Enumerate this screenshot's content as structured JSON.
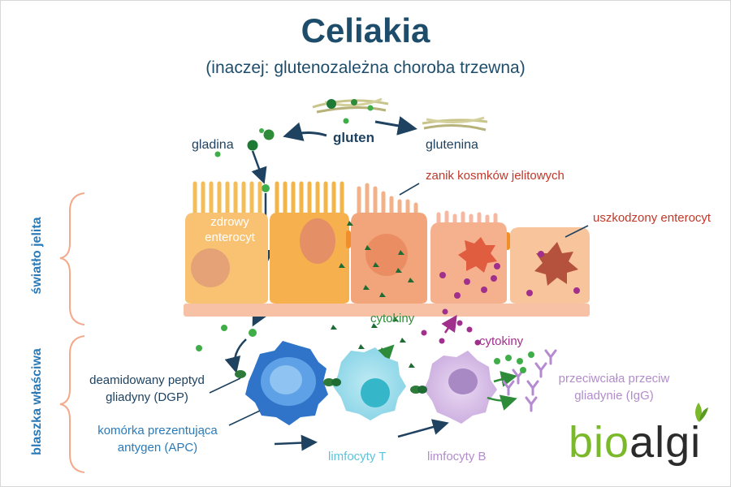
{
  "title": "Celiakia",
  "subtitle": "(inaczej: glutenozależna choroba trzewna)",
  "labels": {
    "gluten": "gluten",
    "gladina": "gladina",
    "glutenina": "glutenina",
    "healthy_enterocyte": "zdrowy enterocyt",
    "villi_atrophy": "zanik kosmków jelitowych",
    "damaged_enterocyte": "uszkodzony enterocyt",
    "cytokines_t": "cytokiny",
    "cytokines_b": "cytokiny",
    "dgp": "deamidowany peptyd gliadyny (DGP)",
    "apc": "komórka prezentująca antygen (APC)",
    "t_cells": "limfocyty T",
    "b_cells": "limfocyty B",
    "antibodies": "przeciwciała przeciw gliadynie (IgG)"
  },
  "side_labels": {
    "lumen": "światło jelita",
    "lamina": "blaszka właściwa"
  },
  "logo": {
    "bio": "bio",
    "algi": "algi"
  },
  "colors": {
    "title": "#1e4d6b",
    "gluten_green": "#2e8b3a",
    "damage_red": "#c0392b",
    "cytokine_magenta": "#a0308c",
    "t_cell": "#5dc3dc",
    "b_cell": "#b28ccc",
    "apc": "#2f74c8",
    "logo_green": "#7ab929"
  }
}
